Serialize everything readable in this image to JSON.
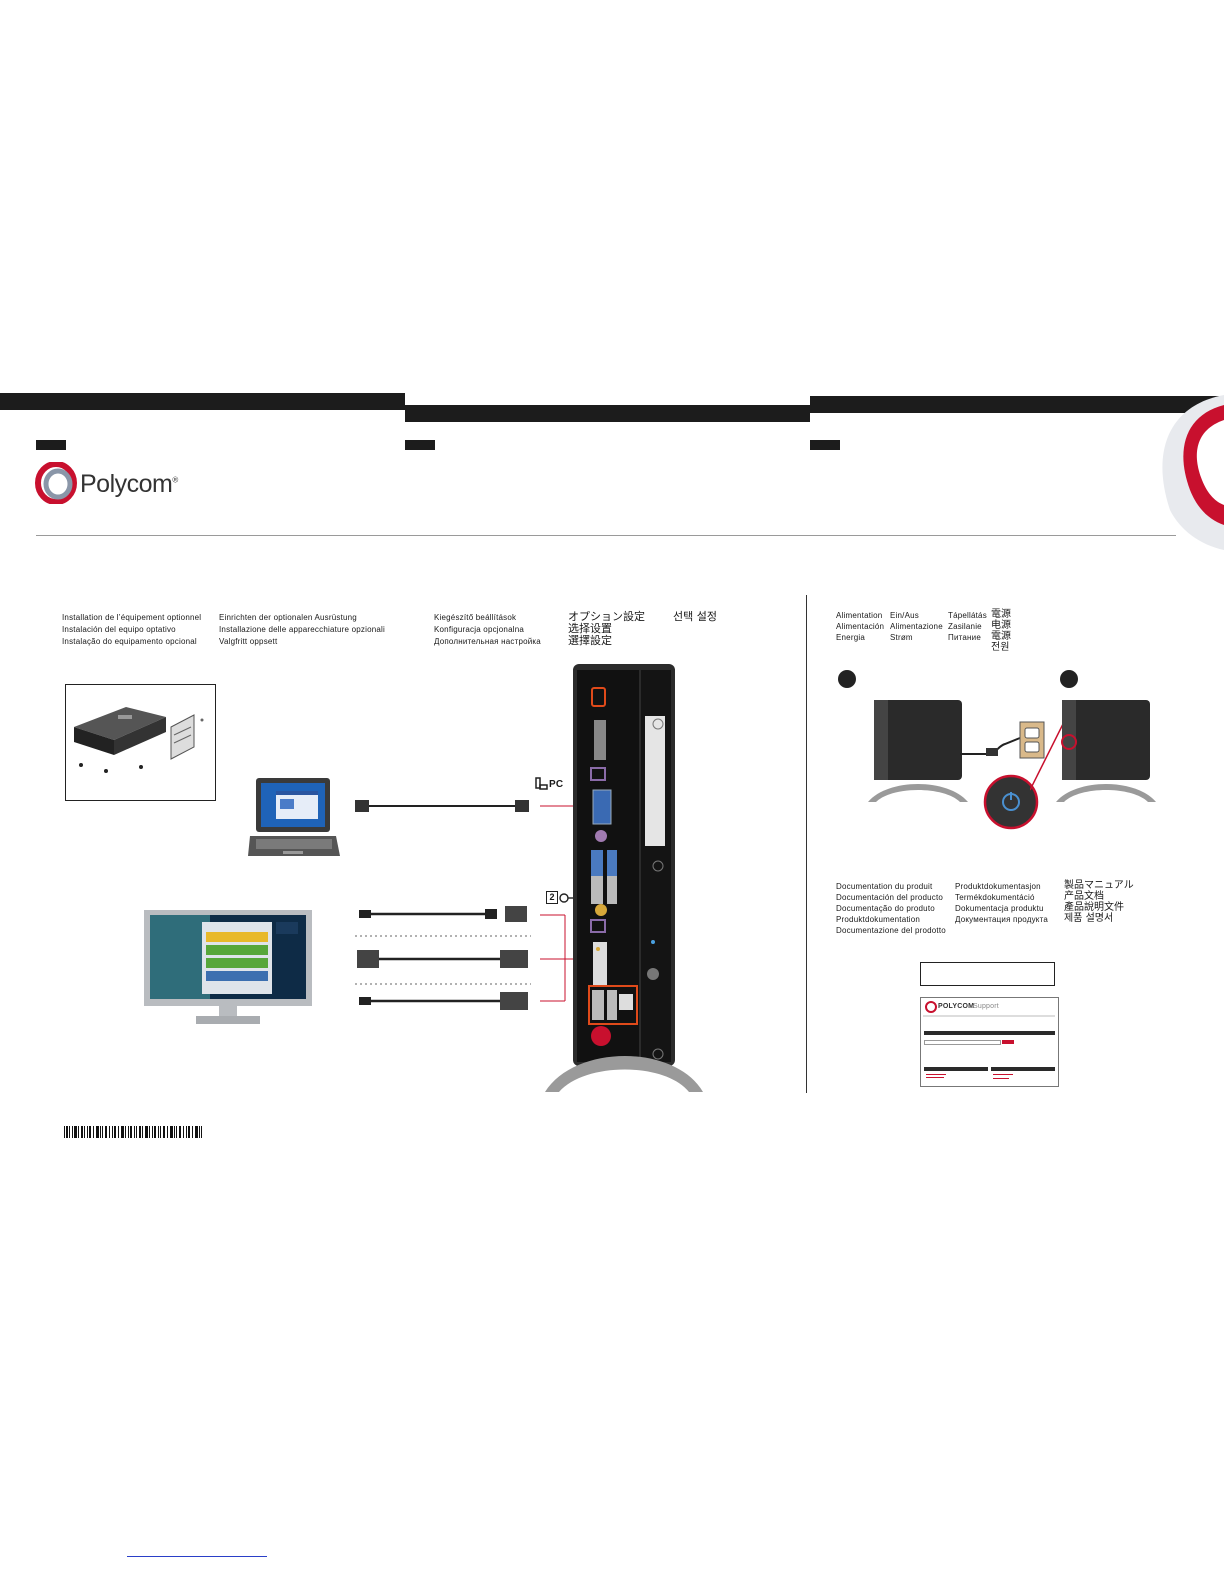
{
  "brand": {
    "name": "Polycom",
    "mark": "®"
  },
  "panel1": {
    "titles_col1": [
      "Installation de l’équipement optionnel",
      "Instalación del equipo optativo",
      "Instalação do equipamento opcional"
    ],
    "titles_col2": [
      "Einrichten der optionalen Ausrüstung",
      "Installazione delle apparecchiature opzionali",
      "Valgfritt oppsett"
    ],
    "titles_col3": [
      "Kiegészítő beállítások",
      "Konfiguracja opcjonalna",
      "Дополнительная настройка"
    ],
    "titles_cjk1": [
      "オプション設定",
      "选择设置",
      "選擇設定"
    ],
    "titles_cjk2": [
      "선택 설정"
    ],
    "pc_label": "PC",
    "monitor_number": "2"
  },
  "panel2": {
    "power_col1": [
      "Alimentation",
      "Alimentación",
      "Energia"
    ],
    "power_col2": [
      "Ein/Aus",
      "Alimentazione",
      "Strøm"
    ],
    "power_col3": [
      "Tápellátás",
      "Zasilanie",
      "Питание"
    ],
    "power_cjk": [
      "電源",
      "电源",
      "電源",
      "전원"
    ],
    "doc_col1": [
      "Documentation du produit",
      "Documentación del producto",
      "Documentação do produto",
      "Produktdokumentation",
      "Documentazione del prodotto"
    ],
    "doc_col2": [
      "Produktdokumentasjon",
      "Termékdokumentáció",
      "Dokumentacja produktu",
      "Документация продукта"
    ],
    "doc_cjk": [
      "製品マニュアル",
      "产品文档",
      "產品說明文件",
      "제품 설명서"
    ],
    "support_page": {
      "logo": "POLYCOM",
      "title": "Support"
    }
  },
  "colors": {
    "accent": "#c8102e",
    "bar": "#1c1c1c",
    "port_highlight": "#e04a1a"
  },
  "icons": [
    "polycom-logo-icon",
    "pc-input-icon",
    "monitor-input-icon",
    "power-outlet-icon",
    "barcode-icon"
  ]
}
